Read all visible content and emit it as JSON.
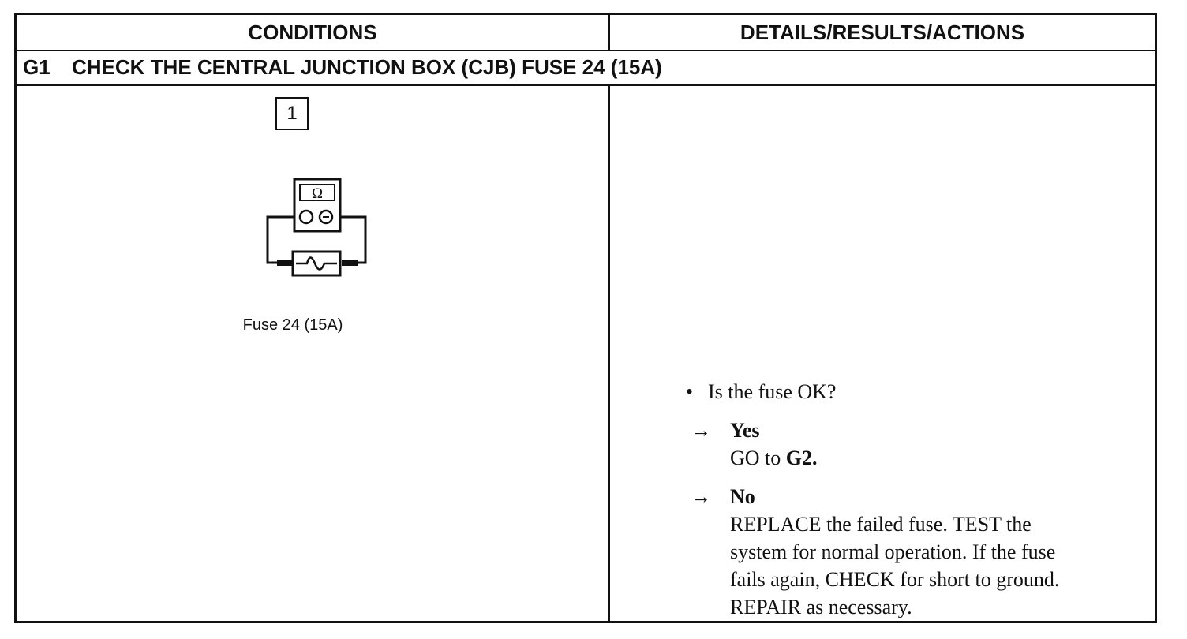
{
  "table": {
    "header_conditions": "CONDITIONS",
    "header_details": "DETAILS/RESULTS/ACTIONS"
  },
  "step": {
    "id": "G1",
    "title": "CHECK THE CENTRAL JUNCTION BOX (CJB) FUSE 24 (15A)"
  },
  "conditions": {
    "step_number": "1",
    "meter_symbol": "Ω",
    "caption": "Fuse 24 (15A)",
    "icon": "ohmmeter-fuse-test-icon"
  },
  "details": {
    "bullet": "•",
    "question": "Is the fuse OK?",
    "arrow": "→",
    "yes_label": "Yes",
    "yes_action_prefix": "GO to ",
    "yes_action_target": "G2.",
    "no_label": "No",
    "no_action_lines": [
      "REPLACE the failed fuse. TEST the",
      "system for normal operation. If the fuse",
      "fails again, CHECK for short to ground.",
      "REPAIR as necessary."
    ]
  }
}
